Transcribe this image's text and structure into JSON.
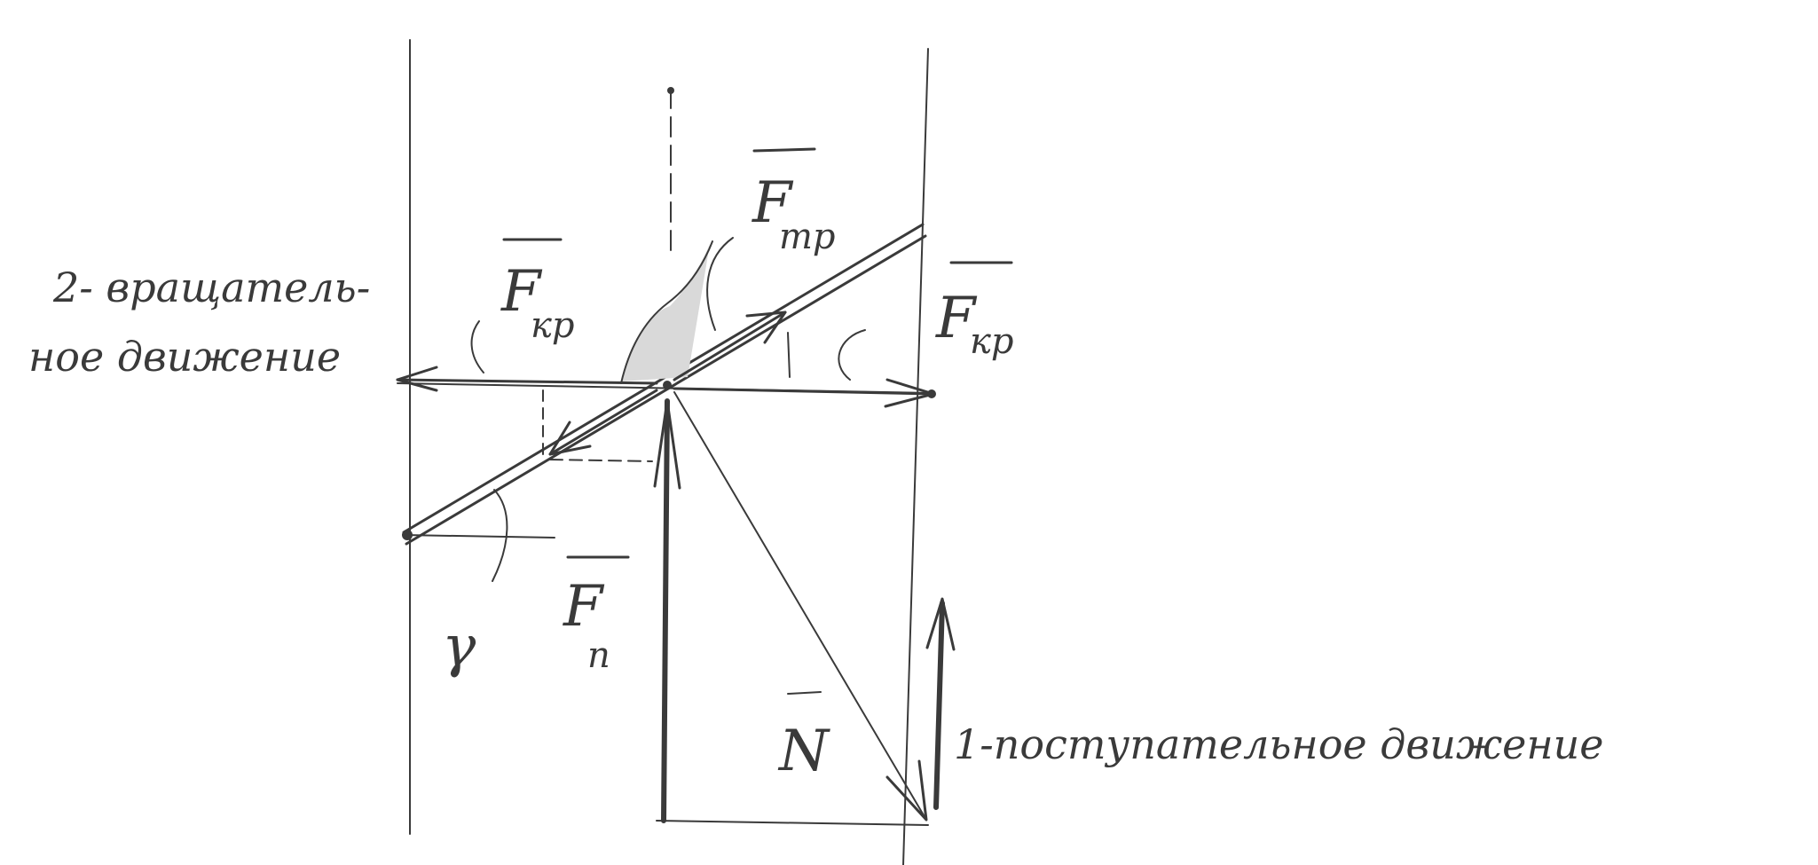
{
  "labels": {
    "f_tr": {
      "main": "F",
      "sub": "тр"
    },
    "f_kr_left": {
      "main": "F",
      "sub": "кр"
    },
    "f_kr_right": {
      "main": "F",
      "sub": "кр"
    },
    "f_p": {
      "main": "F",
      "sub": "п"
    },
    "normal": "N",
    "angle": "γ",
    "rotational_caption_line1": "2- вращатель-",
    "rotational_caption_line2": "ное движение",
    "translational_caption": "1-поступательное движение"
  }
}
